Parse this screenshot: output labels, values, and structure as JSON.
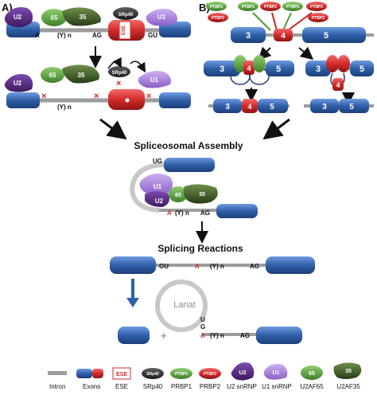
{
  "panels": {
    "a": "A)",
    "b": "B)"
  },
  "panel_a": {
    "u2": "U2",
    "u2af65": "65",
    "u2af35": "35",
    "u1": "U1",
    "srp40": "SRp40",
    "ese": "ESE",
    "branch_a": "A",
    "poly_y": "(Y) n",
    "ag": "AG",
    "gu": "GU",
    "x_mark": "×"
  },
  "panel_b": {
    "ptbp1": "PTBP1",
    "ptbp2": "PTBP2",
    "exon_left": "3",
    "exon_mid": "4",
    "exon_right": "5"
  },
  "assembly": {
    "title": "Spliceosomal Assembly",
    "ug": "UG",
    "u1": "U1",
    "u2": "U2",
    "u2af65": "65",
    "u2af35": "35",
    "branch_a": "A",
    "poly_y": "(Y) n",
    "ag": "AG"
  },
  "reactions": {
    "title": "Splicing Reactions",
    "gu": "GU",
    "branch_a": "A",
    "poly_y": "(Y) n",
    "ag": "AG"
  },
  "lariat": {
    "label": "Lariat",
    "u": "U",
    "g": "G",
    "a": "A",
    "poly_y": "(Y) n",
    "ag": "AG",
    "plus": "+"
  },
  "legend": {
    "intron": "Intron",
    "exons": "Exons",
    "ese": "ESE",
    "srp40_icon": "SRp40",
    "srp40": "SRp40",
    "ptbp1_icon": "PTBP1",
    "prbp1": "PRBP1",
    "ptbp2_icon": "PTBP2",
    "prbp2": "PRBP2",
    "u2_icon": "U2",
    "u2snrnp": "U2 snRNP",
    "u1_icon": "U1",
    "u1snrnp": "U1 snRNP",
    "u2af65_icon": "65",
    "u2af65": "U2AF65",
    "u2af35_icon": "35",
    "u2af35": "U2AF35"
  },
  "colors": {
    "exon_blue": "#2f5fa8",
    "exon_red": "#d42b2b",
    "intron_gray": "#9c9c9c",
    "u2_purple": "#5b2a86",
    "u1_lavender": "#a77fd8",
    "u2af65_green": "#4d9a35",
    "u2af35_darkgreen": "#3d5a2a",
    "ptbp1_green": "#5a9a4a",
    "ptbp2_red": "#c82424",
    "srp40_black": "#2a2a2a"
  }
}
